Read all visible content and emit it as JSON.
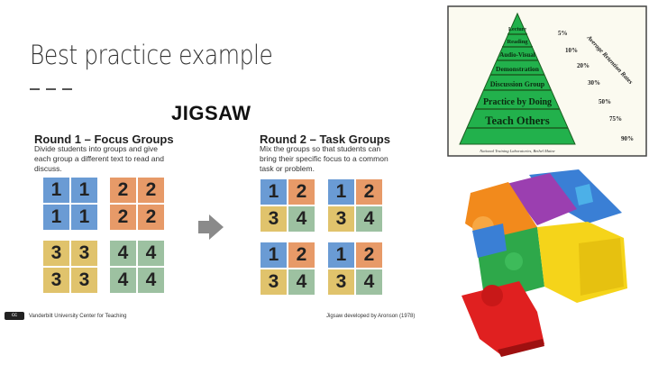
{
  "slide": {
    "title": "Best practice example"
  },
  "jigsaw": {
    "heading": "JIGSAW",
    "round1": {
      "title": "Round 1 – Focus Groups",
      "desc": "Divide students into groups and give each group a different text to read and discuss.",
      "groups": [
        [
          "1",
          "1",
          "1",
          "1"
        ],
        [
          "2",
          "2",
          "2",
          "2"
        ],
        [
          "3",
          "3",
          "3",
          "3"
        ],
        [
          "4",
          "4",
          "4",
          "4"
        ]
      ]
    },
    "round2": {
      "title": "Round 2 – Task Groups",
      "desc": "Mix the groups so that students can bring their specific focus to a common task or problem.",
      "groups": [
        [
          "1",
          "2",
          "3",
          "4"
        ],
        [
          "1",
          "2",
          "3",
          "4"
        ],
        [
          "1",
          "2",
          "3",
          "4"
        ],
        [
          "1",
          "2",
          "3",
          "4"
        ]
      ]
    },
    "footer_left": "Vanderbilt University Center for Teaching",
    "footer_right": "Jigsaw developed by Aronson (1978)",
    "cc_badge": "cc",
    "colors": {
      "1": "#6a9bd4",
      "2": "#e79a68",
      "3": "#e0c36c",
      "4": "#9dc1a1",
      "arrow": "#8a8a8a"
    }
  },
  "pyramid": {
    "levels": [
      {
        "label": "Lecture",
        "percent": "5%"
      },
      {
        "label": "Reading",
        "percent": "10%"
      },
      {
        "label": "Audio-Visual",
        "percent": "20%"
      },
      {
        "label": "Demonstration",
        "percent": "30%"
      },
      {
        "label": "Discussion Group",
        "percent": "50%"
      },
      {
        "label": "Practice by Doing",
        "percent": "75%"
      },
      {
        "label": "Teach Others",
        "percent": "90%"
      }
    ],
    "side_label": "Average Retention Rates",
    "source": "National Training Laboratories, Bethel Maine",
    "colors": {
      "fill": "#22b14c",
      "outline": "#1b5e20",
      "frame": "#444444"
    }
  },
  "puzzle_house": {
    "colors": [
      "#3a7fd5",
      "#9b3fb0",
      "#f28a1c",
      "#2ea84a",
      "#f5d41a",
      "#e02020",
      "#4cb0e8"
    ]
  }
}
